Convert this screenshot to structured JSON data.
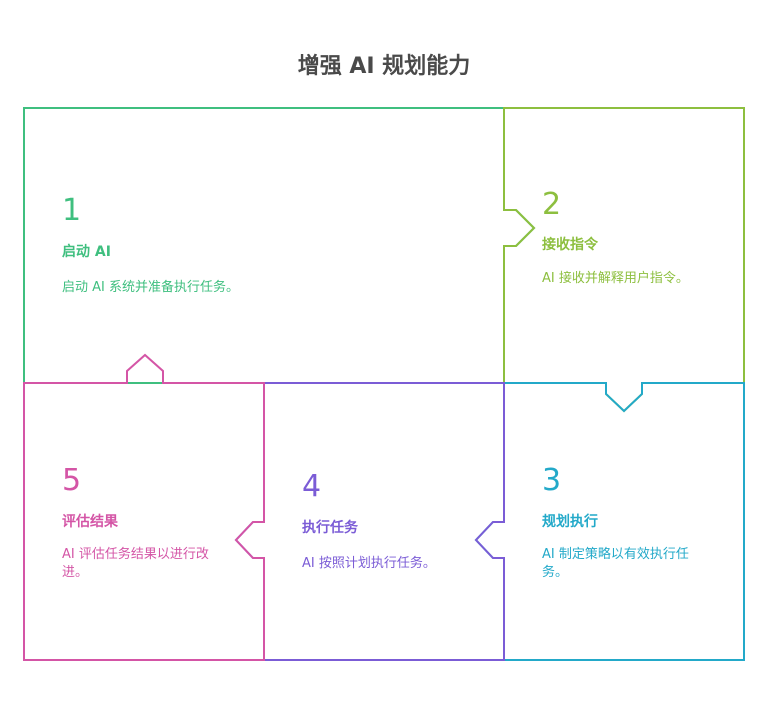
{
  "title": "增强 AI 规划能力",
  "colors": {
    "step1": "#3fbf7f",
    "step2": "#8dbf3f",
    "step3": "#23a9c9",
    "step4": "#7b5cd6",
    "step5": "#d455a6",
    "title": "#4a4a4a"
  },
  "steps": [
    {
      "number": "1",
      "heading": "启动 AI",
      "description": "启动 AI 系统并准备执行任务。"
    },
    {
      "number": "2",
      "heading": "接收指令",
      "description": "AI 接收并解释用户指令。"
    },
    {
      "number": "3",
      "heading": "规划执行",
      "description": "AI 制定策略以有效执行任务。"
    },
    {
      "number": "4",
      "heading": "执行任务",
      "description": "AI 按照计划执行任务。"
    },
    {
      "number": "5",
      "heading": "评估结果",
      "description": "AI 评估任务结果以进行改进。"
    }
  ]
}
